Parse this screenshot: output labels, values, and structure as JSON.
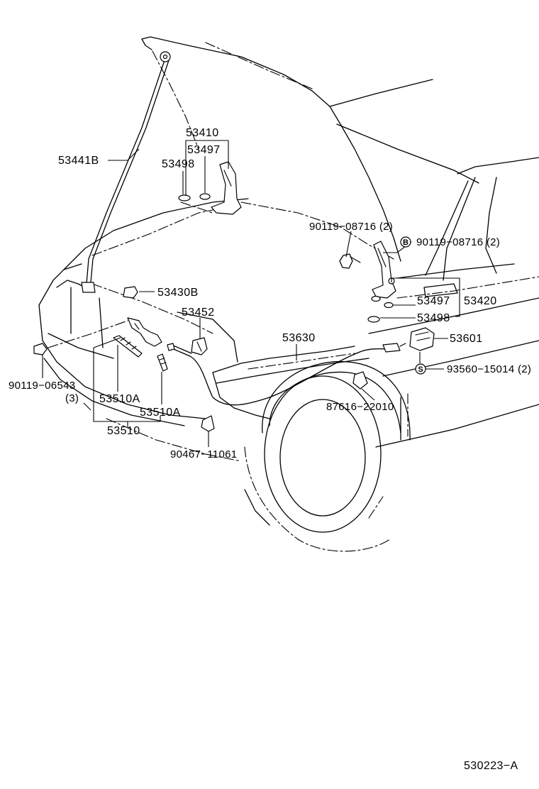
{
  "labels": {
    "l53441B": "53441B",
    "l53410": "53410",
    "l53497a": "53497",
    "l53498a": "53498",
    "l90119_08716a": "90119−08716 (2)",
    "l90119_08716b": "90119−08716 (2)",
    "l53430B": "53430B",
    "l53452": "53452",
    "l53630": "53630",
    "l53497b": "53497",
    "l53420": "53420",
    "l53498b": "53498",
    "l53601": "53601",
    "l93560_15014": "93560−15014 (2)",
    "l90119_06543": "90119−06543",
    "l3": "(3)",
    "l53510A_a": "53510A",
    "l53510A_b": "53510A",
    "l53510": "53510",
    "l87616_22010": "87616−22010",
    "l90467_11061": "90467−11061",
    "footer": "530223−A"
  },
  "symbols": {
    "b_mark": "B",
    "s_mark": "S"
  }
}
